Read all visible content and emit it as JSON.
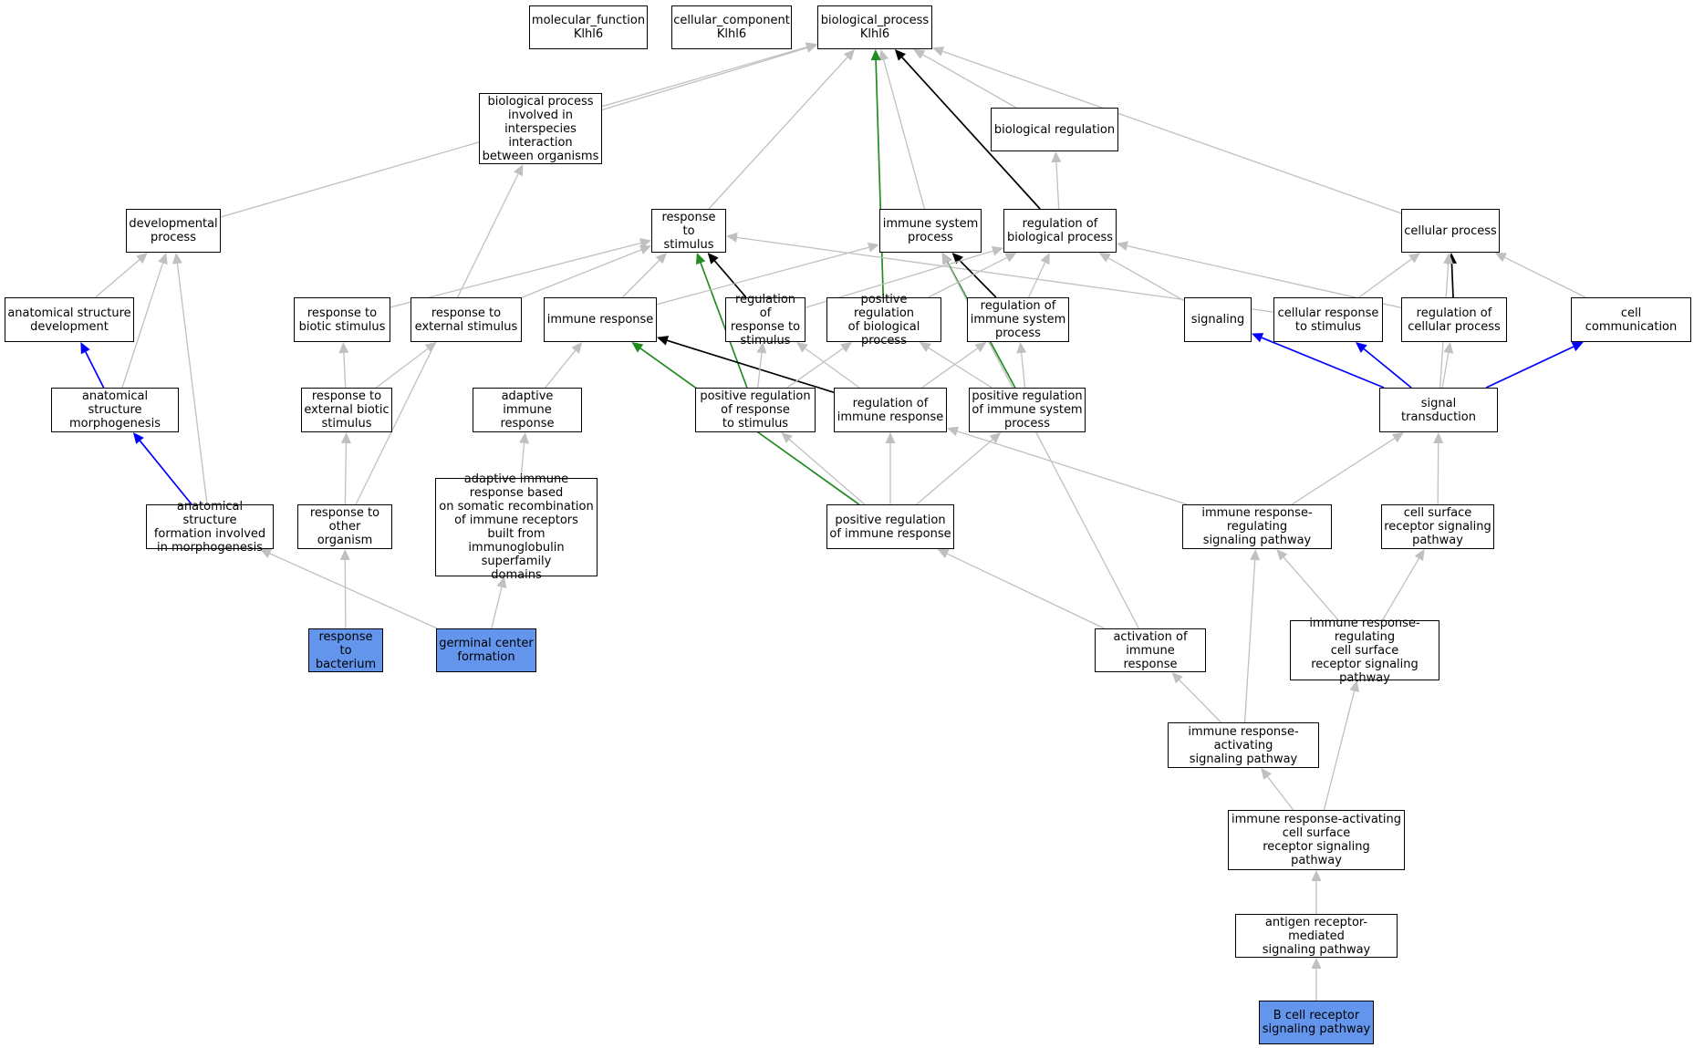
{
  "colors": {
    "gray": "#c0c0c0",
    "green": "#228b22",
    "black": "#000000",
    "blue": "#0000ff",
    "highlight": "#6495ed"
  },
  "nodes": {
    "mf": "molecular_function\nKlhl6",
    "cc": "cellular_component\nKlhl6",
    "bp": "biological_process\nKlhl6",
    "interspecies": "biological process\ninvolved in\ninterspecies\ninteraction\nbetween organisms",
    "bioreg": "biological regulation",
    "devproc": "developmental\nprocess",
    "respstim": "response to\nstimulus",
    "immsys": "immune system\nprocess",
    "regbio": "regulation of\nbiological process",
    "cellproc": "cellular process",
    "anatdev": "anatomical structure\ndevelopment",
    "biotic": "response to\nbiotic stimulus",
    "external": "response to\nexternal stimulus",
    "immresp": "immune response",
    "regrespstim": "regulation of\nresponse to\nstimulus",
    "posregbio": "positive regulation\nof biological\nprocess",
    "regimmsys": "regulation of\nimmune system\nprocess",
    "signaling": "signaling",
    "cellresp": "cellular response\nto stimulus",
    "regcell": "regulation of\ncellular process",
    "cellcomm": "cell communication",
    "anatmorph": "anatomical structure\nmorphogenesis",
    "extbiotic": "response to\nexternal biotic\nstimulus",
    "adaptive": "adaptive immune\nresponse",
    "posregresp": "positive regulation\nof response\nto stimulus",
    "regimmresp": "regulation of\nimmune response",
    "posregimmsys": "positive regulation\nof immune system\nprocess",
    "sigtrans": "signal transduction",
    "anatform": "anatomical structure\nformation involved\nin morphogenesis",
    "otherorg": "response to\nother organism",
    "adaptsomatic": "adaptive immune\nresponse based\non somatic recombination\nof immune receptors\nbuilt from immunoglobulin\nsuperfamily\ndomains",
    "posregimmresp": "positive regulation\nof immune response",
    "imregsig": "immune response-regulating\nsignaling pathway",
    "cellsurf": "cell surface\nreceptor signaling\npathway",
    "bacterium": "response to\nbacterium",
    "germinal": "germinal center\nformation",
    "activation": "activation of\nimmune response",
    "imregcell": "immune response-regulating\ncell surface\nreceptor signaling\npathway",
    "imactsig": "immune response-activating\nsignaling pathway",
    "imactcell": "immune response-activating\ncell surface\nreceptor signaling\npathway",
    "antigen": "antigen receptor-mediated\nsignaling pathway",
    "bcell": "B cell receptor\nsignaling pathway"
  },
  "edges": [
    {
      "from": "interspecies",
      "to": "bp",
      "color": "gray"
    },
    {
      "from": "bioreg",
      "to": "bp",
      "color": "gray"
    },
    {
      "from": "devproc",
      "to": "bp",
      "color": "gray"
    },
    {
      "from": "respstim",
      "to": "bp",
      "color": "gray"
    },
    {
      "from": "immsys",
      "to": "bp",
      "color": "gray"
    },
    {
      "from": "regbio",
      "to": "bp",
      "color": "black"
    },
    {
      "from": "cellproc",
      "to": "bp",
      "color": "gray"
    },
    {
      "from": "posregbio",
      "to": "bp",
      "color": "green"
    },
    {
      "from": "regbio",
      "to": "bioreg",
      "color": "gray"
    },
    {
      "from": "anatdev",
      "to": "devproc",
      "color": "gray"
    },
    {
      "from": "anatmorph",
      "to": "devproc",
      "color": "gray"
    },
    {
      "from": "anatform",
      "to": "devproc",
      "color": "gray"
    },
    {
      "from": "anatmorph",
      "to": "anatdev",
      "color": "blue"
    },
    {
      "from": "anatform",
      "to": "anatmorph",
      "color": "blue"
    },
    {
      "from": "biotic",
      "to": "respstim",
      "color": "gray"
    },
    {
      "from": "external",
      "to": "respstim",
      "color": "gray"
    },
    {
      "from": "immresp",
      "to": "respstim",
      "color": "gray"
    },
    {
      "from": "regrespstim",
      "to": "respstim",
      "color": "black"
    },
    {
      "from": "posregresp",
      "to": "respstim",
      "color": "green"
    },
    {
      "from": "cellresp",
      "to": "respstim",
      "color": "gray"
    },
    {
      "from": "immresp",
      "to": "immsys",
      "color": "gray"
    },
    {
      "from": "regimmsys",
      "to": "immsys",
      "color": "black"
    },
    {
      "from": "posregimmsys",
      "to": "immsys",
      "color": "green"
    },
    {
      "from": "activation",
      "to": "immsys",
      "color": "gray"
    },
    {
      "from": "regrespstim",
      "to": "regbio",
      "color": "gray"
    },
    {
      "from": "posregbio",
      "to": "regbio",
      "color": "gray"
    },
    {
      "from": "regimmsys",
      "to": "regbio",
      "color": "gray"
    },
    {
      "from": "signaling",
      "to": "regbio",
      "color": "gray"
    },
    {
      "from": "regcell",
      "to": "regbio",
      "color": "gray"
    },
    {
      "from": "cellresp",
      "to": "cellproc",
      "color": "gray"
    },
    {
      "from": "regcell",
      "to": "cellproc",
      "color": "black"
    },
    {
      "from": "cellcomm",
      "to": "cellproc",
      "color": "gray"
    },
    {
      "from": "sigtrans",
      "to": "cellproc",
      "color": "gray"
    },
    {
      "from": "extbiotic",
      "to": "biotic",
      "color": "gray"
    },
    {
      "from": "extbiotic",
      "to": "external",
      "color": "gray"
    },
    {
      "from": "otherorg",
      "to": "extbiotic",
      "color": "gray"
    },
    {
      "from": "otherorg",
      "to": "interspecies",
      "color": "gray"
    },
    {
      "from": "bacterium",
      "to": "otherorg",
      "color": "gray"
    },
    {
      "from": "adaptive",
      "to": "immresp",
      "color": "gray"
    },
    {
      "from": "regimmresp",
      "to": "immresp",
      "color": "black"
    },
    {
      "from": "posregimmresp",
      "to": "immresp",
      "color": "green"
    },
    {
      "from": "adaptsomatic",
      "to": "adaptive",
      "color": "gray"
    },
    {
      "from": "germinal",
      "to": "adaptsomatic",
      "color": "gray"
    },
    {
      "from": "germinal",
      "to": "anatform",
      "color": "gray"
    },
    {
      "from": "posregresp",
      "to": "regrespstim",
      "color": "gray"
    },
    {
      "from": "regimmresp",
      "to": "regrespstim",
      "color": "gray"
    },
    {
      "from": "posregresp",
      "to": "posregbio",
      "color": "gray"
    },
    {
      "from": "posregimmsys",
      "to": "posregbio",
      "color": "gray"
    },
    {
      "from": "regimmresp",
      "to": "regimmsys",
      "color": "gray"
    },
    {
      "from": "posregimmsys",
      "to": "regimmsys",
      "color": "gray"
    },
    {
      "from": "posregimmresp",
      "to": "posregresp",
      "color": "gray"
    },
    {
      "from": "posregimmresp",
      "to": "regimmresp",
      "color": "gray"
    },
    {
      "from": "posregimmresp",
      "to": "posregimmsys",
      "color": "gray"
    },
    {
      "from": "imregsig",
      "to": "regimmresp",
      "color": "gray"
    },
    {
      "from": "sigtrans",
      "to": "signaling",
      "color": "blue"
    },
    {
      "from": "sigtrans",
      "to": "cellresp",
      "color": "blue"
    },
    {
      "from": "sigtrans",
      "to": "regcell",
      "color": "gray"
    },
    {
      "from": "sigtrans",
      "to": "cellcomm",
      "color": "blue"
    },
    {
      "from": "imregsig",
      "to": "sigtrans",
      "color": "gray"
    },
    {
      "from": "cellsurf",
      "to": "sigtrans",
      "color": "gray"
    },
    {
      "from": "imregcell",
      "to": "imregsig",
      "color": "gray"
    },
    {
      "from": "imregcell",
      "to": "cellsurf",
      "color": "gray"
    },
    {
      "from": "activation",
      "to": "posregimmresp",
      "color": "gray"
    },
    {
      "from": "imactsig",
      "to": "activation",
      "color": "gray"
    },
    {
      "from": "imactsig",
      "to": "imregsig",
      "color": "gray"
    },
    {
      "from": "imactcell",
      "to": "imactsig",
      "color": "gray"
    },
    {
      "from": "imactcell",
      "to": "imregcell",
      "color": "gray"
    },
    {
      "from": "antigen",
      "to": "imactcell",
      "color": "gray"
    },
    {
      "from": "bcell",
      "to": "antigen",
      "color": "gray"
    }
  ]
}
